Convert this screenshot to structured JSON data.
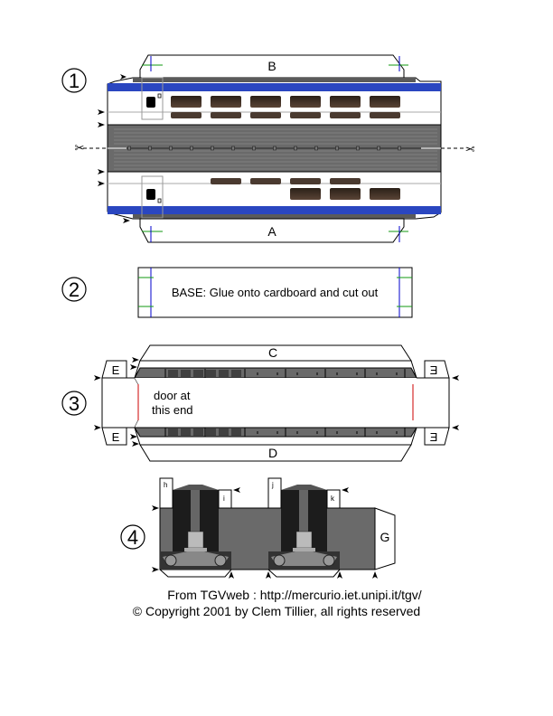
{
  "sections": [
    {
      "number": "1",
      "labels": {
        "top": "B",
        "bottom": "A"
      }
    },
    {
      "number": "2",
      "base_text": "BASE:  Glue onto cardboard and cut out"
    },
    {
      "number": "3",
      "labels": {
        "top": "C",
        "bottom": "D",
        "end_left_top": "E",
        "end_left_bottom": "E",
        "end_right_top": "E",
        "end_right_bottom": "E"
      },
      "door_note_line1": "door at",
      "door_note_line2": "this end"
    },
    {
      "number": "4",
      "tabs": [
        "h",
        "i",
        "j",
        "k"
      ],
      "end_tab": "G"
    }
  ],
  "colors": {
    "stripe_blue": "#2a46c0",
    "roof_gray": "#5a5a5a",
    "window_brown": "#4a3a30",
    "door_red": "#cc0000",
    "guide_green": "#119911",
    "guide_blue": "#0000cc"
  },
  "footer": {
    "source": "From TGVweb : http://mercurio.iet.unipi.it/tgv/",
    "copyright": "© Copyright 2001 by Clem Tillier, all rights reserved"
  }
}
